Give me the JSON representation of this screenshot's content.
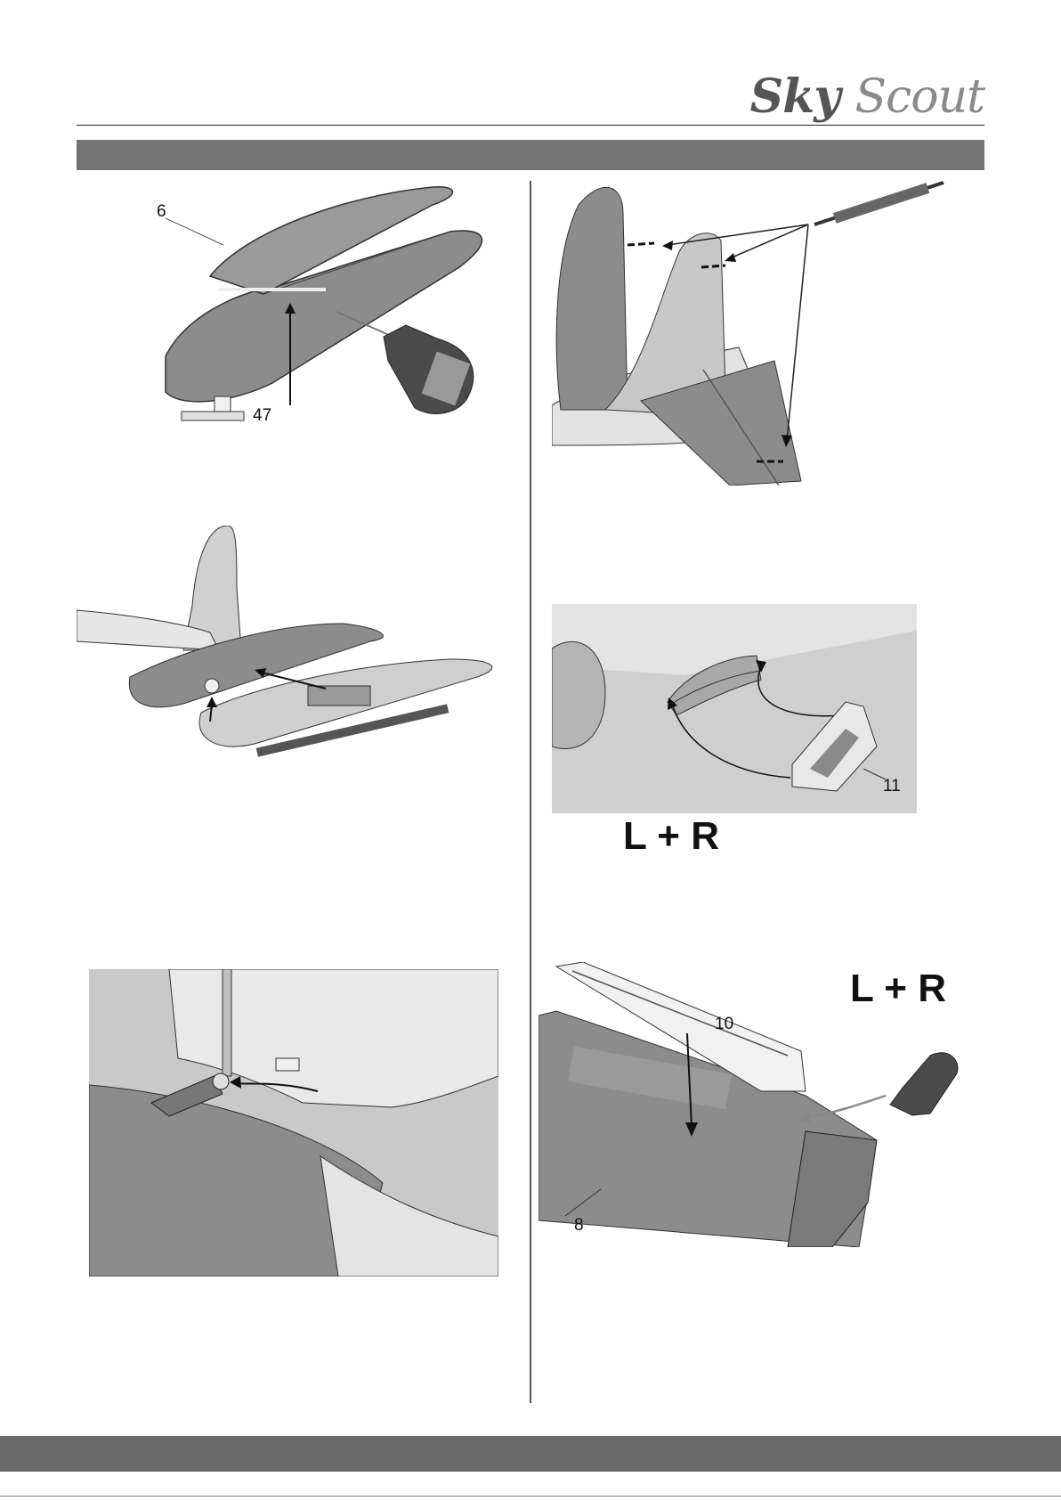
{
  "header": {
    "logo_word1": "Sky",
    "logo_word2": "Scout"
  },
  "figures": {
    "fig1": {
      "callout_a": "6",
      "callout_b": "47"
    },
    "fig4": {
      "side_label": "L + R",
      "callout": "11"
    },
    "fig6": {
      "side_label": "L + R",
      "callout_a": "10",
      "callout_b": "8"
    }
  },
  "colors": {
    "band": "#737373",
    "part_dark": "#8c8c8c",
    "part_light": "#d6d6d6"
  }
}
